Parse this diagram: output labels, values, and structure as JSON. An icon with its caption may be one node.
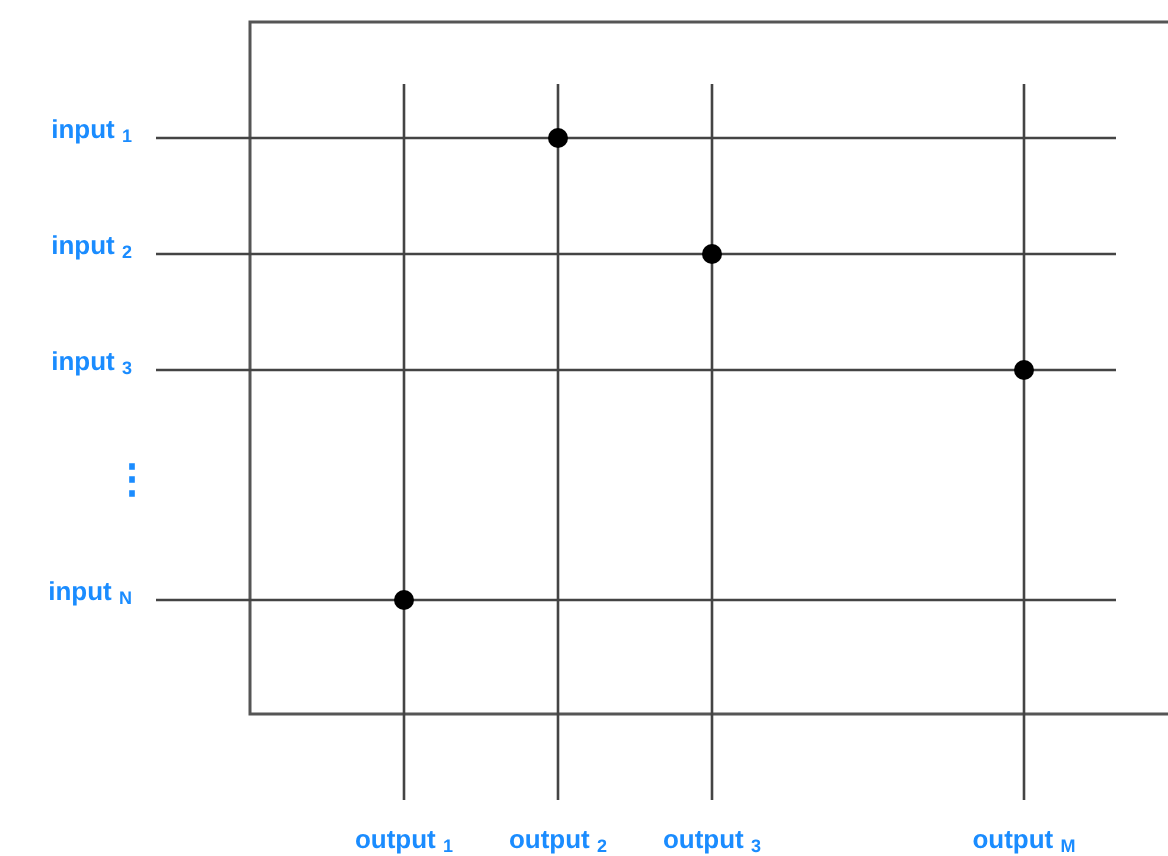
{
  "diagram": {
    "nodes": [
      {
        "text": [
          "input $_{1}$"
        ]
      },
      {
        "text": [
          "input $_{2}$"
        ]
      },
      {
        "text": [
          "input $_{3}$"
        ]
      },
      {
        "text": [
          "input $_{N}$"
        ]
      },
      {
        "text": [
          "output $_{1}$"
        ]
      },
      {
        "text": [
          "output $_{2}$"
        ]
      },
      {
        "text": [
          "output $_{3}$"
        ]
      },
      {
        "text": [
          "output $_{M}$"
        ]
      },
      {
        "text": [],
        "shape": "circle"
      },
      {
        "text": [],
        "shape": "circle"
      },
      {
        "text": [],
        "shape": "circle"
      },
      {
        "text": [],
        "shape": "circle"
      }
    ],
    "edges": [
      {
        "from": 0,
        "to": null,
        "arrow": "none"
      },
      {
        "from": 1,
        "to": null,
        "arrow": "none"
      },
      {
        "from": 2,
        "to": null,
        "arrow": "none"
      },
      {
        "from": 3,
        "to": null,
        "arrow": "none"
      },
      {
        "from": null,
        "to": 4,
        "arrow": "none"
      },
      {
        "from": null,
        "to": 5,
        "arrow": "none"
      },
      {
        "from": null,
        "to": 6,
        "arrow": "none"
      },
      {
        "from": null,
        "to": 7,
        "arrow": "none"
      }
    ],
    "labels": [
      "⋮"
    ]
  }
}
